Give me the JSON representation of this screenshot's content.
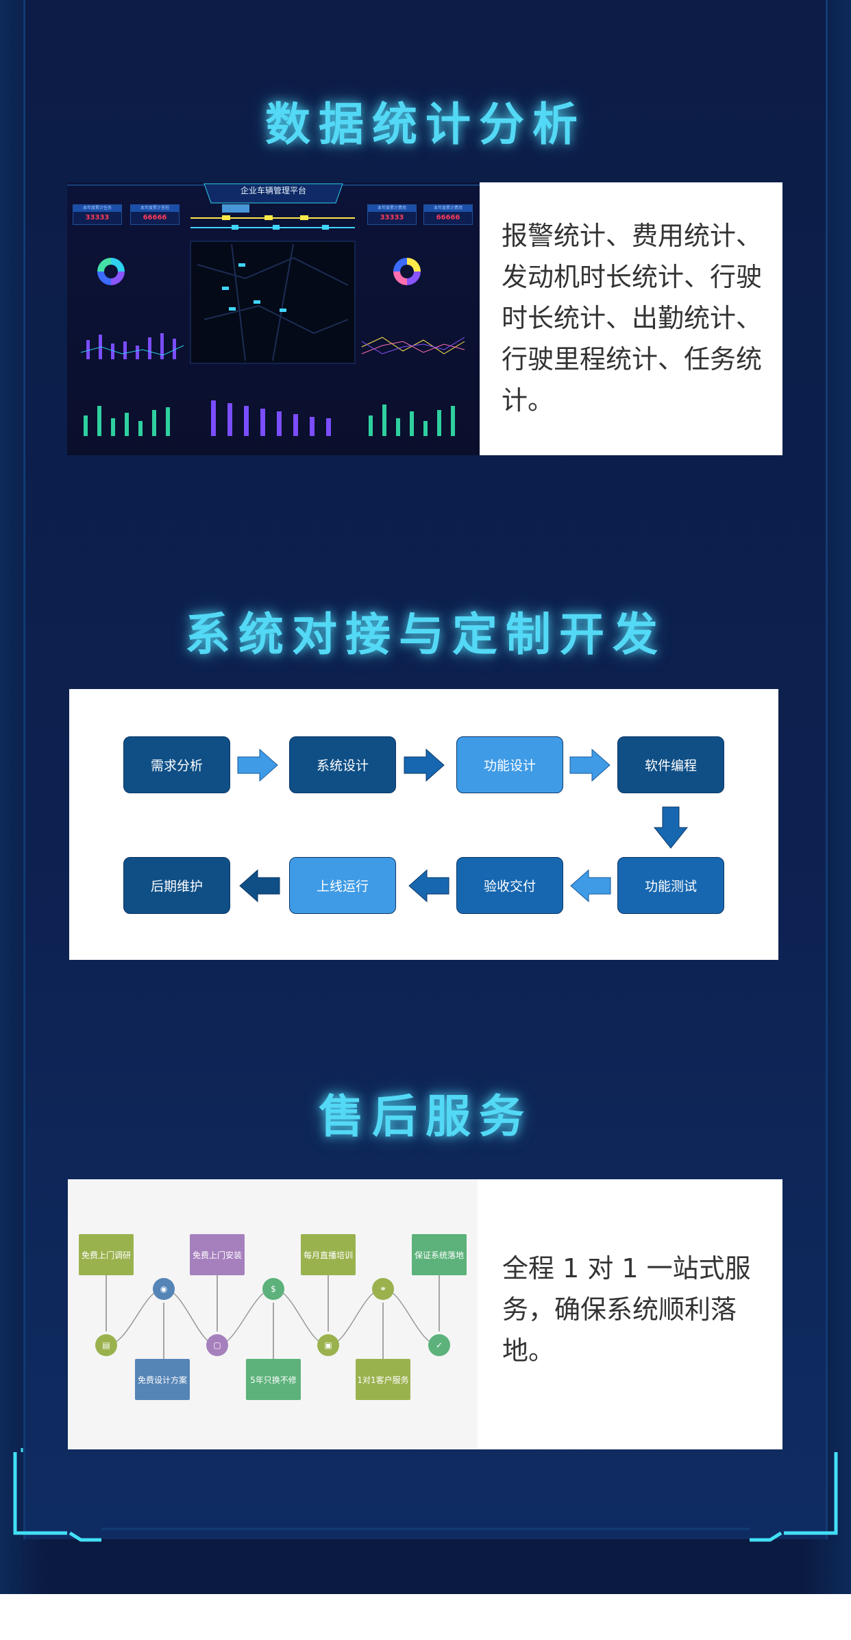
{
  "sections": {
    "stats": {
      "title": "数据统计分析",
      "description": "报警统计、费用统计、发动机时长统计、行驶时长统计、出勤统计、行驶里程统计、任务统计。",
      "dashboard": {
        "title": "企业车辆管理平台",
        "kpi": [
          {
            "label": "本年度累计任务",
            "value": "33333"
          },
          {
            "label": "本年度累计里程",
            "value": "66666"
          },
          {
            "label": "本年度累计费用",
            "value": "33333"
          },
          {
            "label": "本年度累计费用",
            "value": "66666"
          }
        ]
      }
    },
    "integration": {
      "title": "系统对接与定制开发",
      "flow_steps": [
        "需求分析",
        "系统设计",
        "功能设计",
        "软件编程",
        "功能测试",
        "验收交付",
        "上线运行",
        "后期维护"
      ]
    },
    "service": {
      "title": "售后服务",
      "description": "全程 1 对 1 一站式服务，确保系统顺利落地。",
      "top_items": [
        "免费上门调研",
        "免费上门安装",
        "每月直播培训",
        "保证系统落地"
      ],
      "bottom_items": [
        "免费设计方案",
        "5年只换不修",
        "1对1客户服务"
      ],
      "colors": {
        "olive": "#9ab24e",
        "purple": "#a680bd",
        "green": "#5cb27a",
        "blue": "#5584b6"
      }
    }
  },
  "colors": {
    "background": "#0b1a40",
    "title": "#53d9f5",
    "flow_dark": "#0f4f86",
    "flow_mid": "#1767b0",
    "flow_light": "#3f9be6"
  }
}
